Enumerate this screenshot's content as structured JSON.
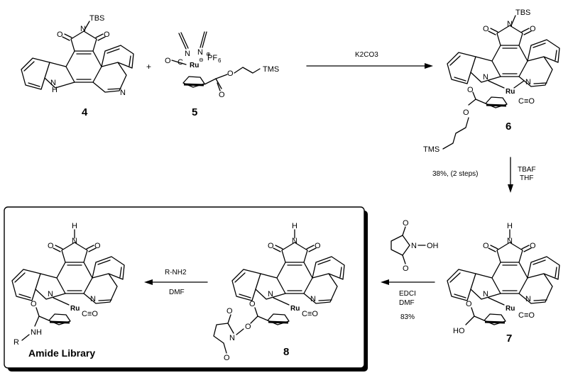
{
  "compounds": {
    "c4": {
      "number": "4"
    },
    "c5": {
      "number": "5"
    },
    "c6": {
      "number": "6"
    },
    "c7": {
      "number": "7"
    },
    "c8": {
      "number": "8"
    },
    "library": {
      "title": "Amide Library"
    }
  },
  "atoms": {
    "tbs": "TBS",
    "tms": "TMS",
    "ru": "Ru",
    "n": "N",
    "h": "H",
    "o": "O",
    "nh": "NH",
    "r": "R",
    "ho": "HO",
    "pf6": "PF6",
    "co": "C≡O",
    "oh": "OH"
  },
  "reactions": {
    "step1_reagent": "K2CO3",
    "step2_yield": "38%, (2 steps)",
    "step2_reagent1": "TBAF",
    "step2_reagent2": "THF",
    "step3_reagent1": "EDCI",
    "step3_reagent2": "DMF",
    "step3_yield": "83%",
    "step4_reagent1": "R-NH2",
    "step4_reagent2": "DMF"
  },
  "colors": {
    "line": "#000000",
    "box_border": "#000000",
    "box_shadow": "#000000"
  }
}
